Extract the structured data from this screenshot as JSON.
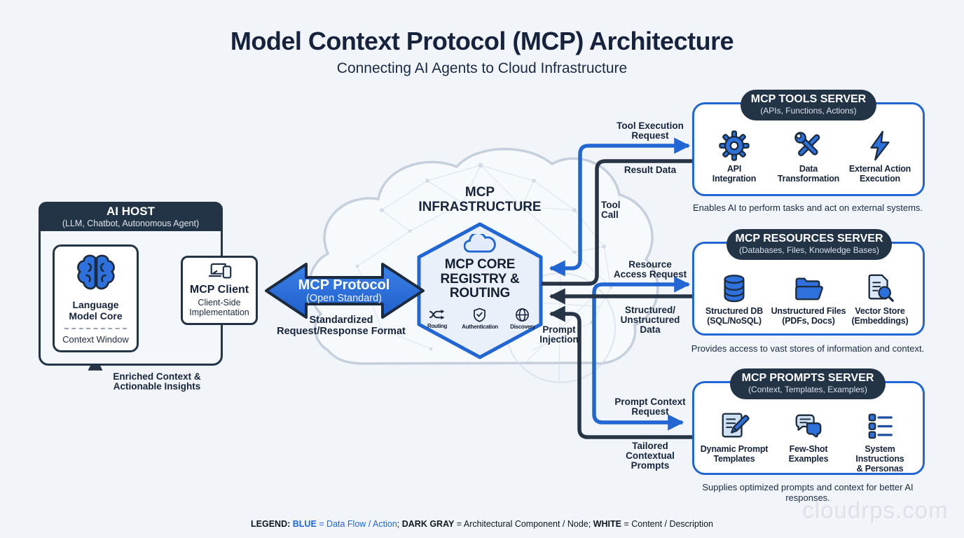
{
  "title": "Model Context Protocol (MCP) Architecture",
  "subtitle": "Connecting AI Agents to Cloud Infrastructure",
  "colors": {
    "blue": "#2166d2",
    "dark_navy": "#243447",
    "icon_blue": "#2e71dd",
    "background": "#f1f5f9"
  },
  "ai_host": {
    "title": "AI HOST",
    "subtitle": "(LLM, Chatbot, Autonomous Agent)",
    "language_model_core": {
      "label": "Language\nModel Core",
      "context_window": "Context Window"
    },
    "mcp_client": {
      "title": "MCP Client",
      "subtitle": "Client-Side\nImplementation"
    }
  },
  "protocol_arrow": {
    "title": "MCP Protocol",
    "subtitle": "(Open Standard)",
    "caption": "Standardized\nRequest/Response Format"
  },
  "infrastructure": {
    "title": "MCP\nINFRASTRUCTURE",
    "hexagon": {
      "heading": "MCP CORE\nREGISTRY &\nROUTING",
      "features": [
        {
          "icon": "routing-icon",
          "label": "Routing"
        },
        {
          "icon": "authentication-icon",
          "label": "Authentication"
        },
        {
          "icon": "discovery-icon",
          "label": "Discovery"
        }
      ]
    }
  },
  "flows": {
    "tool_execution_request": "Tool Execution\nRequest",
    "result_data": "Result Data",
    "tool_call": "Tool\nCall",
    "resource_access_request": "Resource\nAccess Request",
    "structured_unstructured_data": "Structured/\nUnstructured\nData",
    "prompt_injection": "Prompt\nInjection",
    "prompt_context_request": "Prompt Context\nRequest",
    "tailored_contextual_prompts": "Tailored\nContextual\nPrompts",
    "enriched_context": "Enriched Context &\nActionable Insights"
  },
  "servers": [
    {
      "title": "MCP TOOLS SERVER",
      "subtitle": "(APIs, Functions, Actions)",
      "items": [
        {
          "icon": "gear-icon",
          "label": "API\nIntegration"
        },
        {
          "icon": "tools-icon",
          "label": "Data\nTransformation"
        },
        {
          "icon": "bolt-icon",
          "label": "External Action\nExecution"
        }
      ],
      "caption": "Enables AI to perform tasks and act on external systems."
    },
    {
      "title": "MCP RESOURCES SERVER",
      "subtitle": "(Databases, Files, Knowledge Bases)",
      "items": [
        {
          "icon": "database-icon",
          "label": "Structured DB\n(SQL/NoSQL)"
        },
        {
          "icon": "folder-icon",
          "label": "Unstructured Files\n(PDFs, Docs)"
        },
        {
          "icon": "vector-store-icon",
          "label": "Vector Store\n(Embeddings)"
        }
      ],
      "caption": "Provides access to vast stores of information and context."
    },
    {
      "title": "MCP PROMPTS SERVER",
      "subtitle": "(Context, Templates, Examples)",
      "items": [
        {
          "icon": "template-icon",
          "label": "Dynamic Prompt\nTemplates"
        },
        {
          "icon": "chat-icon",
          "label": "Few-Shot\nExamples"
        },
        {
          "icon": "list-icon",
          "label": "System Instructions\n& Personas"
        }
      ],
      "caption": "Supplies optimized prompts and context for better AI responses."
    }
  ],
  "legend": {
    "label": "LEGEND:",
    "blue_term": "BLUE",
    "blue_def": "= Data Flow / Action",
    "sep1": ";",
    "gray_term": "DARK GRAY",
    "gray_def": "= Architectural Component / Node;",
    "white_term": "WHITE",
    "white_def": "= Content / Description"
  },
  "watermark": "cloudrps.com"
}
